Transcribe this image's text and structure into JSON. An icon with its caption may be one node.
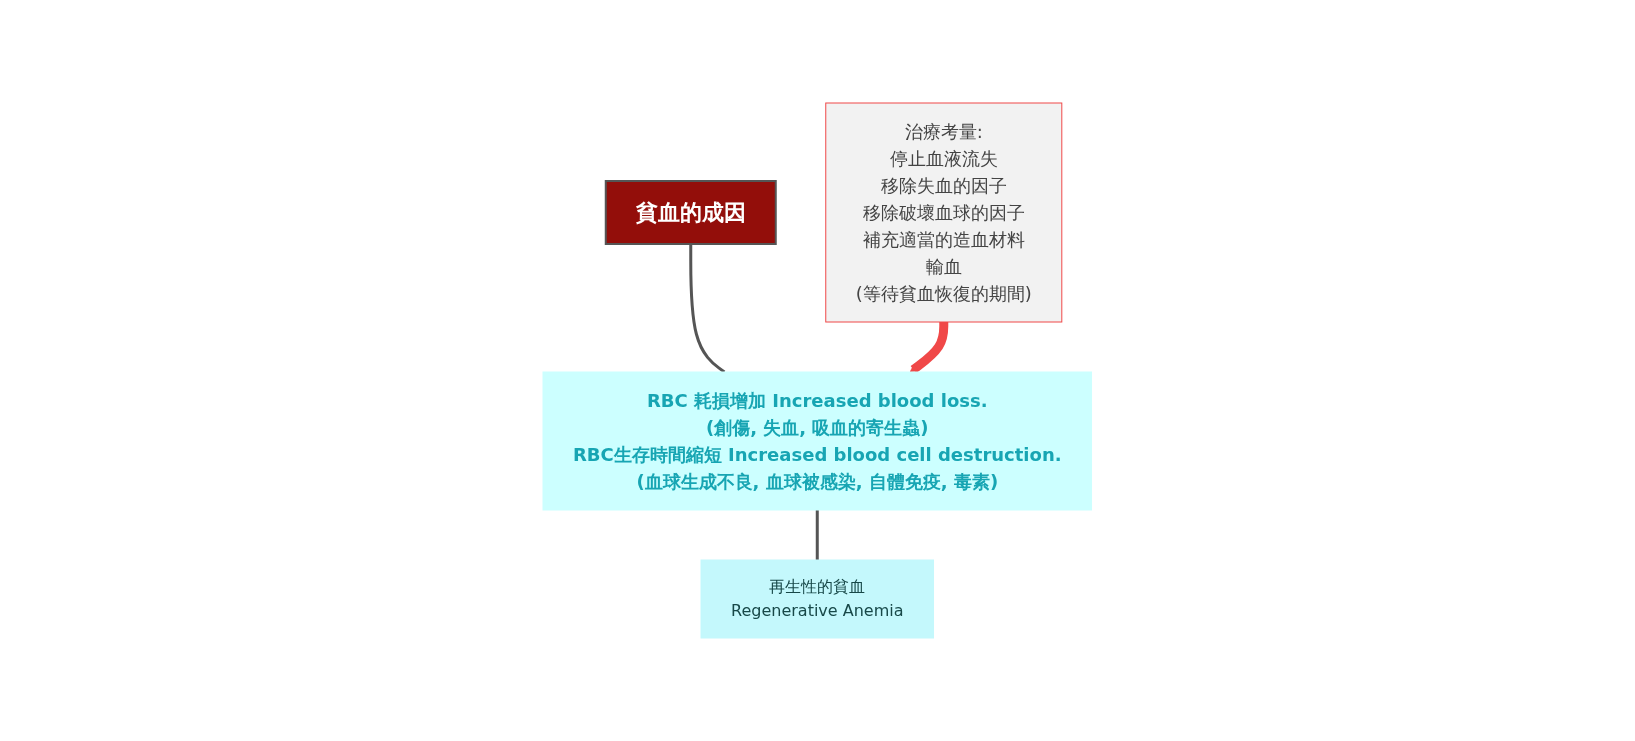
{
  "diagram": {
    "nodes": [
      {
        "text": [
          "貧血的成因"
        ]
      },
      {
        "text": [
          "RBC 耗損增加 Increased blood loss.",
          "(創傷, 失血, 吸血的寄生蟲)",
          "RBC生存時間縮短 Increased blood cell destruction.",
          "(血球生成不良, 血球被感染, 自體免疫, 毒素)"
        ]
      },
      {
        "text": [
          "再生性的貧血",
          "Regenerative Anemia"
        ]
      },
      {
        "text": [
          "治療考量:",
          "停止血液流失",
          "移除失血的因子",
          "移除破壞血球的因子",
          "補充適當的造血材料",
          "輸血",
          "(等待貧血恢復的期間)"
        ]
      }
    ],
    "edges": [
      {
        "from": 0,
        "to": 1,
        "arrow": "none"
      },
      {
        "from": 1,
        "to": 2,
        "arrow": "none"
      },
      {
        "from": 3,
        "to": 1,
        "arrow": "to",
        "style": "thick",
        "color": "#f04848"
      }
    ]
  }
}
